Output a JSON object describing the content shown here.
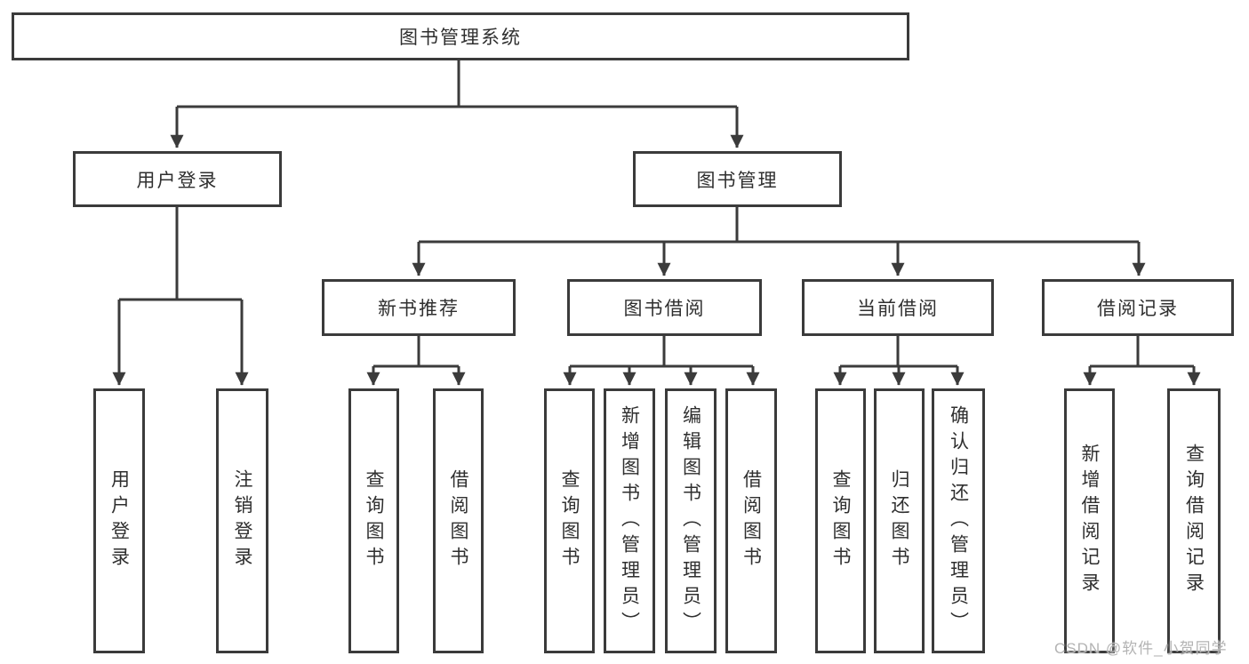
{
  "colors": {
    "line": "#3b3b3b",
    "box_background": "#ffffff",
    "text": "#2f2f2f",
    "watermark": "#b3b3b3"
  },
  "watermark": "CSDN @软件_小贺同学",
  "tree": {
    "label": "图书管理系统",
    "children": [
      {
        "label": "用户登录",
        "children": [
          {
            "label": "用户登录"
          },
          {
            "label": "注销登录"
          }
        ]
      },
      {
        "label": "图书管理",
        "children": [
          {
            "label": "新书推荐",
            "children": [
              {
                "label": "查询图书"
              },
              {
                "label": "借阅图书"
              }
            ]
          },
          {
            "label": "图书借阅",
            "children": [
              {
                "label": "查询图书"
              },
              {
                "label": "新增图书（管理员）"
              },
              {
                "label": "编辑图书（管理员）"
              },
              {
                "label": "借阅图书"
              }
            ]
          },
          {
            "label": "当前借阅",
            "children": [
              {
                "label": "查询图书"
              },
              {
                "label": "归还图书"
              },
              {
                "label": "确认归还（管理员）"
              }
            ]
          },
          {
            "label": "借阅记录",
            "children": [
              {
                "label": "新增借阅记录"
              },
              {
                "label": "查询借阅记录"
              }
            ]
          }
        ]
      }
    ]
  }
}
